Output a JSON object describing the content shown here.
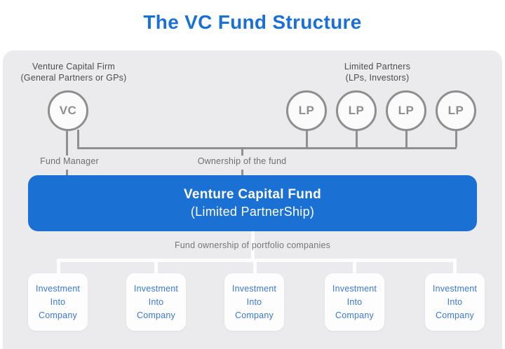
{
  "title": "The VC Fund Structure",
  "colors": {
    "accent_blue": "#1b70d3",
    "title_blue": "#1a70d4",
    "panel_gray": "#ebebed",
    "line_gray": "#8f8f8f",
    "investment_text_blue": "#3b79d3"
  },
  "diagram": {
    "gp_group": {
      "label_line1": "Venture Capital Firm",
      "label_line2": "(General Partners or GPs)",
      "circle": "VC"
    },
    "lp_group": {
      "label_line1": "Limited Partners",
      "label_line2": "(LPs, Investors)",
      "circles": [
        "LP",
        "LP",
        "LP",
        "LP"
      ]
    },
    "fund_manager_label": "Fund Manager",
    "ownership_label": "Ownership of the fund",
    "fund_box": {
      "line1": "Venture Capital Fund",
      "line2": "(Limited PartnerShip)"
    },
    "portfolio_label": "Fund ownership of portfolio companies",
    "investment_boxes": [
      "Investment\nInto\nCompany",
      "Investment\nInto\nCompany",
      "Investment\nInto\nCompany",
      "Investment\nInto\nCompany",
      "Investment\nInto\nCompany"
    ]
  }
}
